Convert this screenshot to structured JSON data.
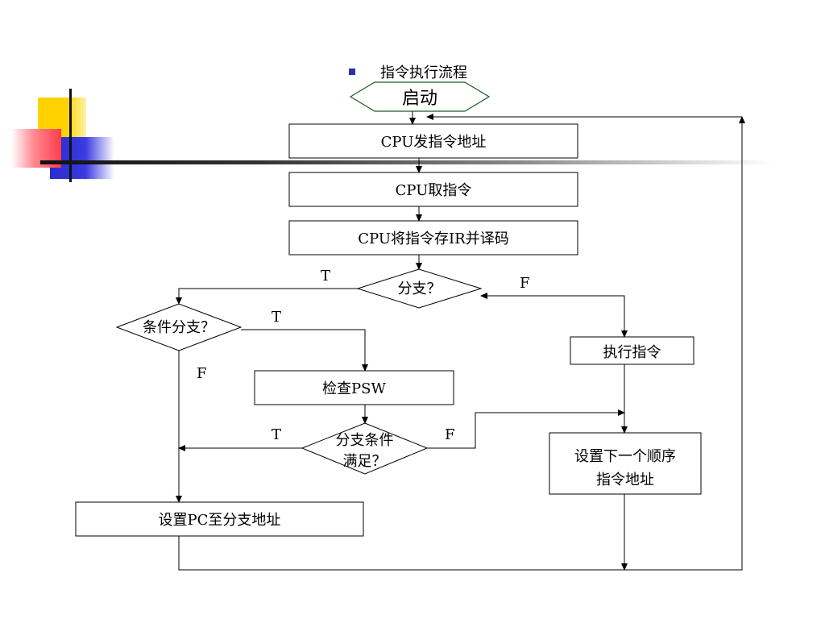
{
  "heading": "指令执行流程",
  "colors": {
    "accent_yellow": "#ffd200",
    "accent_red": "#ff5a66",
    "accent_blue": "#2a2ccc",
    "bullet": "#2b2fa8"
  },
  "nodes": {
    "start": "启动",
    "send_address": "CPU发指令地址",
    "fetch": "CPU取指令",
    "decode": "CPU将指令存IR并译码",
    "is_branch": "分支？",
    "conditional_branch": "条件分支？",
    "execute": "执行指令",
    "check_psw": "检查PSW",
    "condition_met_line1": "分支条件",
    "condition_met_line2": "满足？",
    "next_address_line1": "设置下一个顺序",
    "next_address_line2": "指令地址",
    "set_pc": "设置PC至分支地址"
  },
  "edge_labels": {
    "branch_true": "T",
    "branch_false": "F",
    "cond_true": "T",
    "cond_false": "F",
    "met_true": "T",
    "met_false": "F"
  }
}
